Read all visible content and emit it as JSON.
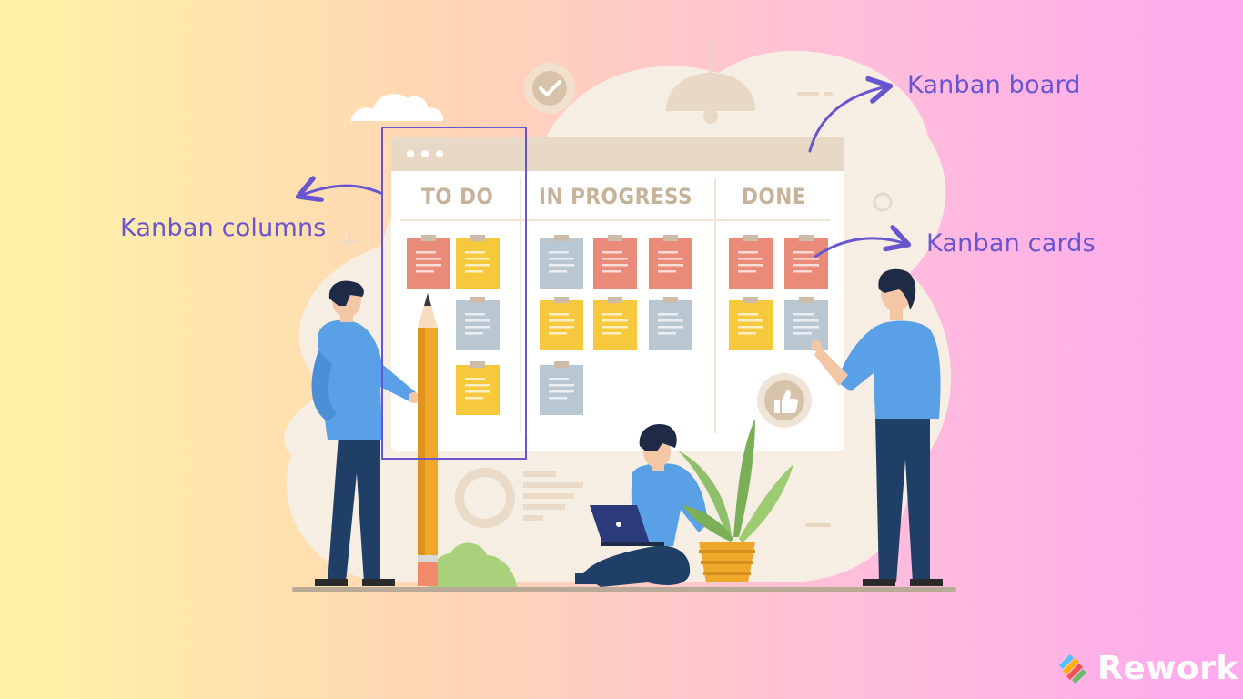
{
  "board": {
    "columns": [
      {
        "label": "TO DO"
      },
      {
        "label": "IN PROGRESS"
      },
      {
        "label": "DONE"
      }
    ]
  },
  "annotations": {
    "board": "Kanban board",
    "columns": "Kanban columns",
    "cards": "Kanban cards"
  },
  "brand": {
    "name": "Rework",
    "icon": "rework-logo-icon"
  },
  "colors": {
    "accent": "#6a55d0",
    "board_header": "#e8d9c6",
    "column_title": "#c7b29a",
    "card_red": "#ea8b7a",
    "card_yellow": "#f6c83b",
    "card_blue": "#b9c7d3",
    "shirt": "#5aa0e6",
    "pants": "#1f3f66"
  }
}
